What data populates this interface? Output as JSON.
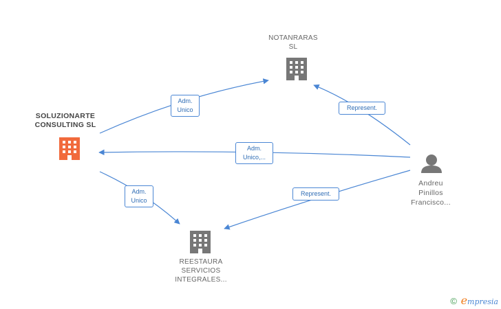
{
  "nodes": {
    "soluzionarte": {
      "line1": "SOLUZIONARTE",
      "line2": "CONSULTING SL",
      "kind": "company",
      "color": "#f16a3c",
      "highlight": true
    },
    "notanraras": {
      "line1": "NOTANRARAS",
      "line2": "SL",
      "kind": "company",
      "color": "#777777"
    },
    "reestaura": {
      "line1": "REESTAURA",
      "line2": "SERVICIOS",
      "line3": "INTEGRALES...",
      "kind": "company",
      "color": "#777777"
    },
    "andreu": {
      "line1": "Andreu",
      "line2": "Pinillos",
      "line3": "Francisco...",
      "kind": "person",
      "color": "#777777"
    }
  },
  "edges": [
    {
      "from": "soluzionarte",
      "to": "notanraras",
      "label1": "Adm.",
      "label2": "Unico"
    },
    {
      "from": "andreu",
      "to": "notanraras",
      "label1": "Represent.",
      "label2": ""
    },
    {
      "from": "andreu",
      "to": "soluzionarte",
      "label1": "Adm.",
      "label2": "Unico,..."
    },
    {
      "from": "soluzionarte",
      "to": "reestaura",
      "label1": "Adm.",
      "label2": "Unico"
    },
    {
      "from": "andreu",
      "to": "reestaura",
      "label1": "Represent.",
      "label2": ""
    }
  ],
  "colors": {
    "edge": "#4a86d4",
    "label_border": "#4a86d4",
    "label_text": "#2f6db5"
  },
  "footer": {
    "copyright": "©",
    "brand_initial": "e",
    "brand_rest": "mpresia"
  }
}
